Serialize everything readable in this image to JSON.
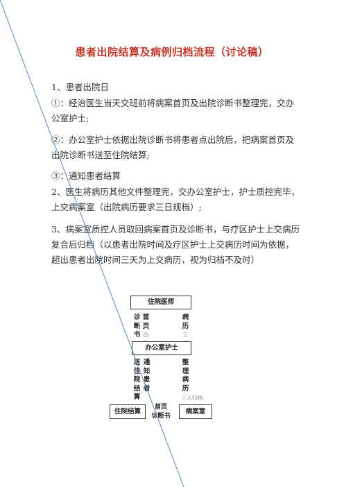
{
  "document": {
    "title": "患者出院结算及病例归档流程（讨论稿）",
    "paragraphs": [
      "1、患者出院日",
      "①：经治医生当天交班前将病案首页及出院诊断书整理完，交办公室护士;",
      "②：办公室护士依据出院诊断书将患者点出院后，把病案首页及出院诊断书送至住院结算;",
      "③：通知患者结算",
      "2、医生将病历其他文件整理完，交办公室护士，护士质控完毕，上交病案室（出院病历要求三日规档）;",
      "3、病案室质控人员取回病案首页及诊断书，与疗区护士上交病历复合后归档（以患者出院时间及疗区护士上交病历时间为依据，超出患者出院时间三天为上交病历，视为归档不及时）"
    ]
  },
  "flowchart": {
    "doctor": "住院医师",
    "col_diag": "诊断书",
    "col_page": "首页",
    "col_page_note": "出院日",
    "col_record": "病历",
    "col_record_note": "三日内",
    "nurse": "办公室护士",
    "col_send": "送住院结",
    "col_send_last": "算",
    "col_notify": "通知患者",
    "col_arrange": "整理病历",
    "col_arrange_note": "三人归档",
    "settlement": "住院结算",
    "middle_label_1": "首页",
    "middle_label_2": "诊断书",
    "archive": "病案室"
  },
  "colors": {
    "title": "#c0392b",
    "diagonal_line": "#5b86c5"
  }
}
